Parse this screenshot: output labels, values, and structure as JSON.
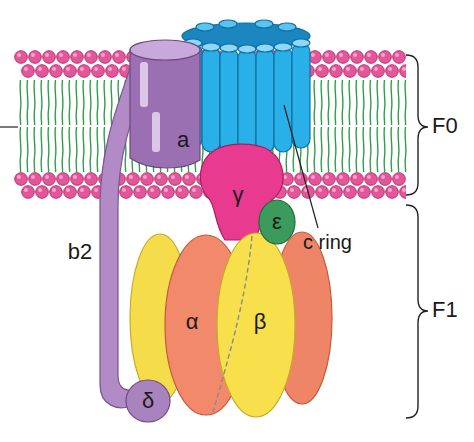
{
  "diagram": {
    "nodes": [
      {
        "text": [
          "a"
        ]
      },
      {
        "text": [
          "b2"
        ]
      },
      {
        "text": [
          "γ"
        ]
      },
      {
        "text": [
          "ε"
        ]
      },
      {
        "text": [
          "α"
        ]
      },
      {
        "text": [
          "β"
        ]
      },
      {
        "text": [
          "δ"
        ]
      }
    ],
    "labels": [
      "F0",
      "F1",
      "c ring"
    ]
  }
}
